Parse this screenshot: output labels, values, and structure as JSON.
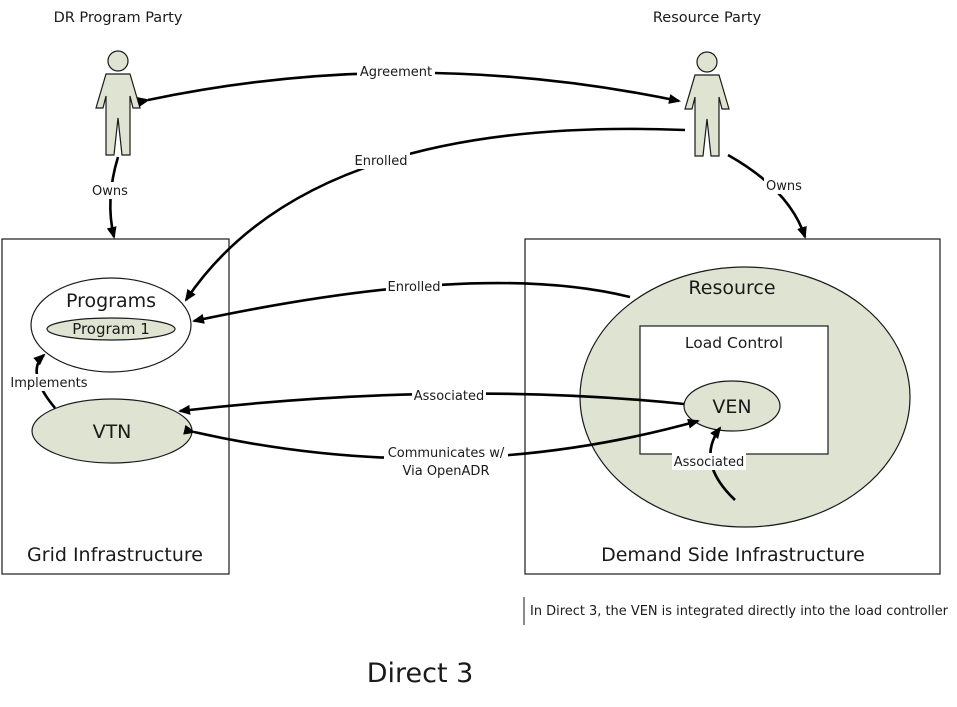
{
  "actors": {
    "dr_program_party": "DR Program Party",
    "resource_party": "Resource Party"
  },
  "containers": {
    "grid_infrastructure": "Grid Infrastructure",
    "demand_side_infrastructure": "Demand Side Infrastructure",
    "resource": "Resource",
    "load_control": "Load Control"
  },
  "nodes": {
    "programs": "Programs",
    "program_1": "Program 1",
    "vtn": "VTN",
    "ven": "VEN"
  },
  "edges": {
    "agreement": "Agreement",
    "owns_dr": "Owns",
    "owns_resource": "Owns",
    "enrolled_party": "Enrolled",
    "enrolled_resource": "Enrolled",
    "implements": "Implements",
    "associated_vtn": "Associated",
    "communicates_line1": "Communicates w/",
    "communicates_line2": "Via OpenADR",
    "associated_ven": "Associated"
  },
  "note": "In Direct 3, the VEN is integrated directly into the load controller",
  "caption": "Direct 3",
  "colors": {
    "node_fill": "#dfe3d1",
    "actor_fill": "#dfe3d1",
    "stroke": "#1a1a1a",
    "edge": "#000000"
  }
}
